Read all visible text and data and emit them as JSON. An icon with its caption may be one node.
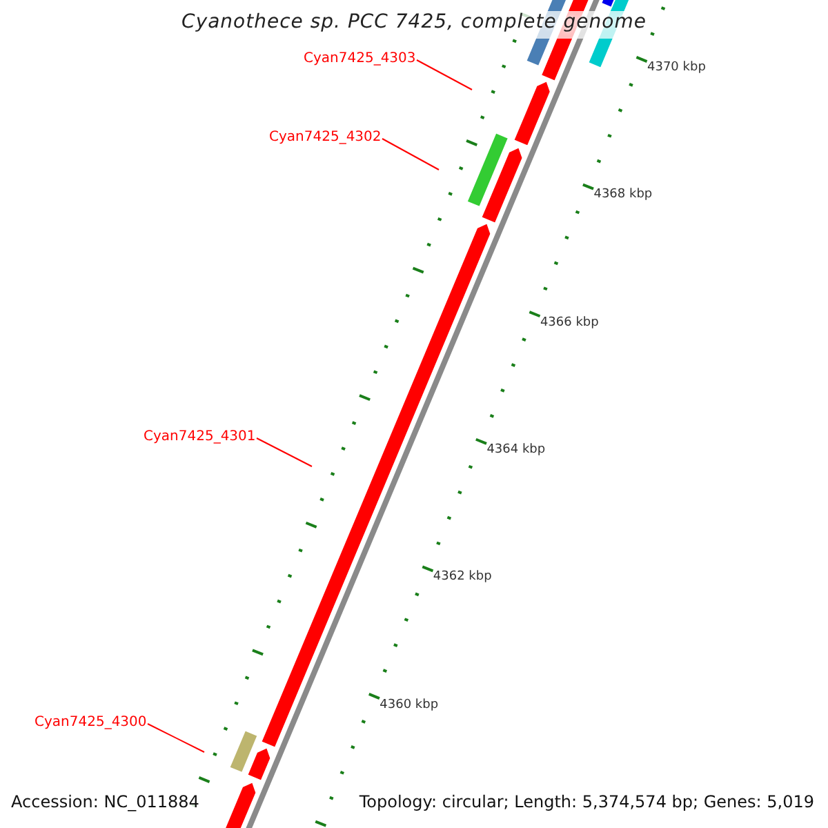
{
  "diagram": {
    "title": "Cyanothece sp. PCC 7425, complete genome",
    "nodes": [
      {
        "text": [
          "Cyan7425_4303"
        ]
      },
      {
        "text": [
          "Cyan7425_4302"
        ]
      },
      {
        "text": [
          "Cyan7425_4301"
        ]
      },
      {
        "text": [
          "Cyan7425_4300"
        ]
      }
    ],
    "edges": [
      {
        "from": 0,
        "to": null,
        "arrow": "none"
      },
      {
        "from": 1,
        "to": null,
        "arrow": "none"
      },
      {
        "from": 2,
        "to": null,
        "arrow": "none"
      },
      {
        "from": 3,
        "to": null,
        "arrow": "none"
      }
    ],
    "labels": [
      "4370 kbp",
      "4368 kbp",
      "4366 kbp",
      "4364 kbp",
      "4362 kbp",
      "4360 kbp",
      "Accession: NC_011884",
      "Topology: circular; Length: 5,374,574 bp; Genes: 5,019"
    ]
  }
}
